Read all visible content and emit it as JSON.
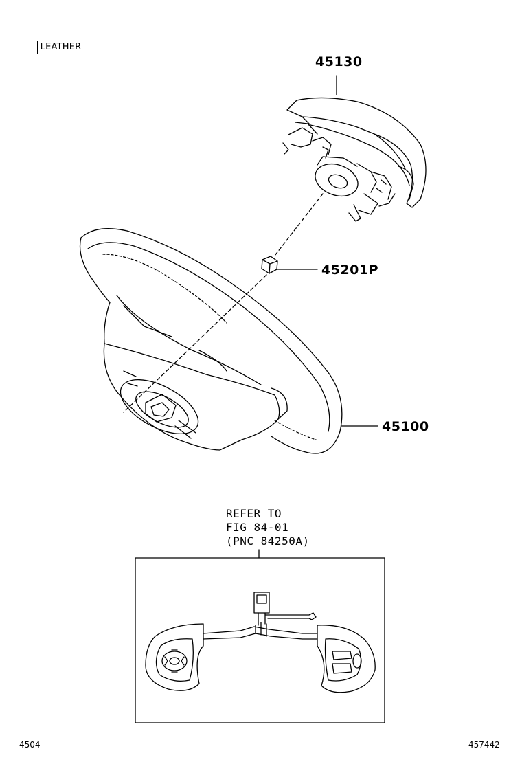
{
  "labels": {
    "trim": "LEATHER",
    "pad_assembly": "45130",
    "nut": "45201P",
    "wheel_assembly": "45100"
  },
  "reference": {
    "line1": "REFER TO",
    "line2": "FIG 84-01",
    "line3": "(PNC 84250A)"
  },
  "footer": {
    "left_code": "4504",
    "right_code": "457442"
  }
}
